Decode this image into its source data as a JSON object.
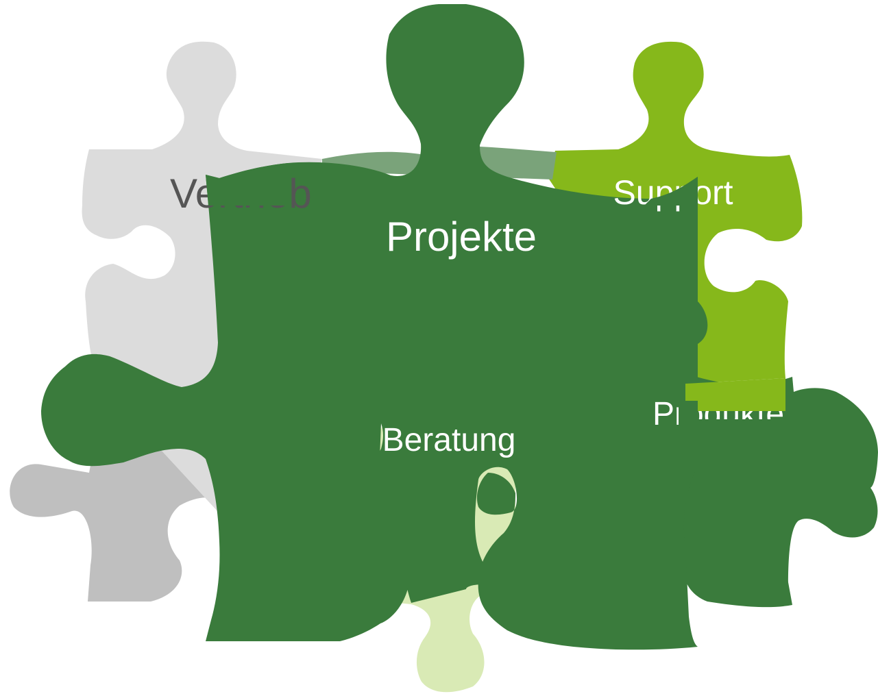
{
  "diagram": {
    "pieces": [
      {
        "id": "projekte",
        "label": "Projekte",
        "color": "#3a7b3c"
      },
      {
        "id": "support",
        "label": "Support",
        "color": "#86b81b"
      },
      {
        "id": "vertrieb",
        "label": "Vertrieb",
        "color": "#dcdcdc"
      },
      {
        "id": "beratung",
        "label": "Beratung",
        "color": "#d9eab5"
      },
      {
        "id": "produkte",
        "label": "Produkte",
        "color": "#3a7b3c"
      }
    ],
    "colors": {
      "dark_green": "#3a7b3c",
      "lime_green": "#86b81b",
      "light_gray": "#dcdcdc",
      "mid_gray": "#bfbfbf",
      "pale_green": "#d9eab5",
      "faded_green": "#7aa37a",
      "label_white": "#ffffff",
      "label_gray": "#555555"
    }
  }
}
